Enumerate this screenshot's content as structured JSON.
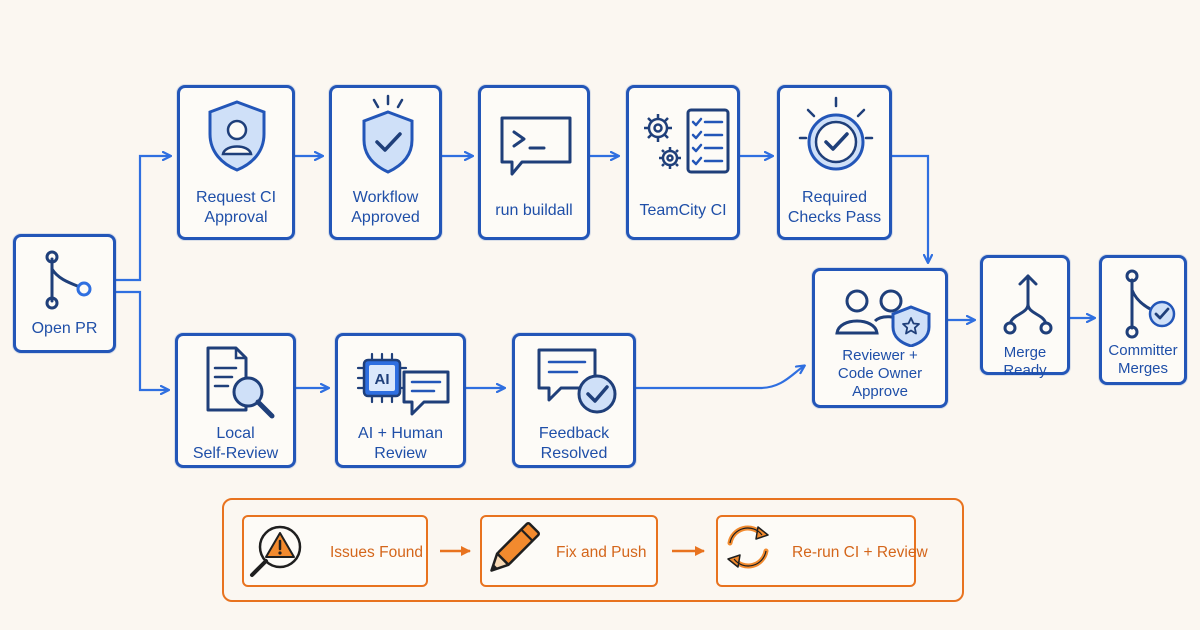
{
  "nodes": {
    "open_pr": "Open PR",
    "request_ci": "Request CI\nApproval",
    "workflow_approved": "Workflow\nApproved",
    "run_buildall": "run buildall",
    "teamcity": "TeamCity CI",
    "checks_pass": "Required\nChecks Pass",
    "local_review": "Local\nSelf-Review",
    "ai_human": "AI + Human\nReview",
    "feedback": "Feedback\nResolved",
    "reviewer_approve": "Reviewer +\nCode Owner\nApprove",
    "merge_ready": "Merge Ready",
    "committer_merges": "Committer\nMerges"
  },
  "icon_text": {
    "ai_chip": "AI"
  },
  "loop": {
    "issues": "Issues Found",
    "fix": "Fix and Push",
    "rerun": "Re-run CI + Review"
  },
  "colors": {
    "primary": "#2356b8",
    "arrow": "#2f6fe0",
    "loop": "#e8731f",
    "background": "#fbf7f1"
  }
}
